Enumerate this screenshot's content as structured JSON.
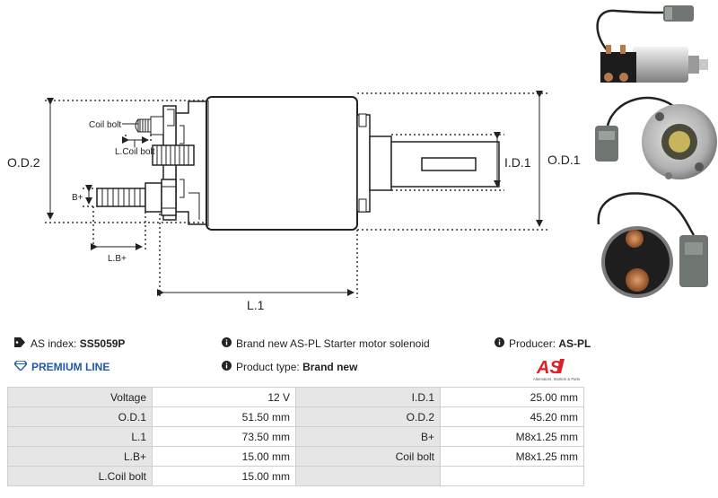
{
  "diagram": {
    "labels": {
      "od2": "O.D.2",
      "od1": "O.D.1",
      "id1": "I.D.1",
      "l1": "L.1",
      "lb_plus": "L.B+",
      "b_plus": "B+",
      "coil_bolt": "Coil bolt",
      "l_coil_bolt": "L.Coil bolt"
    }
  },
  "info": {
    "as_index_label": "AS index:",
    "as_index_value": "SS5059P",
    "premium_line": "PREMIUM LINE",
    "description": "Brand new AS-PL Starter motor solenoid",
    "product_type_label": "Product type:",
    "product_type_value": "Brand new",
    "producer_label": "Producer:",
    "producer_value": "AS-PL",
    "logo_text": "AS",
    "logo_tagline": "Alternators, Starters & Parts"
  },
  "specs": {
    "rows": [
      [
        {
          "label": "Voltage",
          "value": "12 V"
        },
        {
          "label": "I.D.1",
          "value": "25.00 mm"
        }
      ],
      [
        {
          "label": "O.D.1",
          "value": "51.50 mm"
        },
        {
          "label": "O.D.2",
          "value": "45.20 mm"
        }
      ],
      [
        {
          "label": "L.1",
          "value": "73.50 mm"
        },
        {
          "label": "B+",
          "value": "M8x1.25 mm"
        }
      ],
      [
        {
          "label": "L.B+",
          "value": "15.00 mm"
        },
        {
          "label": "Coil bolt",
          "value": "M8x1.25 mm"
        }
      ],
      [
        {
          "label": "L.Coil bolt",
          "value": "15.00 mm"
        },
        {
          "label": "",
          "value": ""
        }
      ]
    ]
  },
  "colors": {
    "accent_blue": "#1e5aa8",
    "logo_red": "#d8232a",
    "table_label_bg": "#e6e6e6"
  },
  "icons": {
    "tag": "tag-icon",
    "diamond": "diamond-icon",
    "info": "info-circle-icon"
  }
}
